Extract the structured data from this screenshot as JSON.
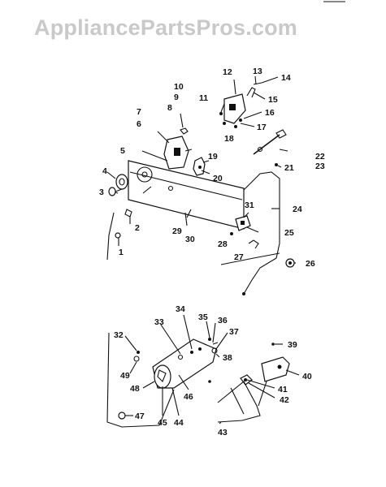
{
  "watermark": "AppliancePartsPros.com",
  "labels": [
    "1",
    "2",
    "3",
    "4",
    "5",
    "6",
    "7",
    "8",
    "9",
    "10",
    "11",
    "12",
    "13",
    "14",
    "15",
    "16",
    "17",
    "18",
    "19",
    "20",
    "21",
    "22",
    "23",
    "24",
    "25",
    "26",
    "27",
    "28",
    "29",
    "30",
    "31",
    "32",
    "33",
    "34",
    "35",
    "36",
    "37",
    "38",
    "39",
    "40",
    "41",
    "42",
    "43",
    "44",
    "45",
    "46",
    "47",
    "48",
    "49"
  ]
}
